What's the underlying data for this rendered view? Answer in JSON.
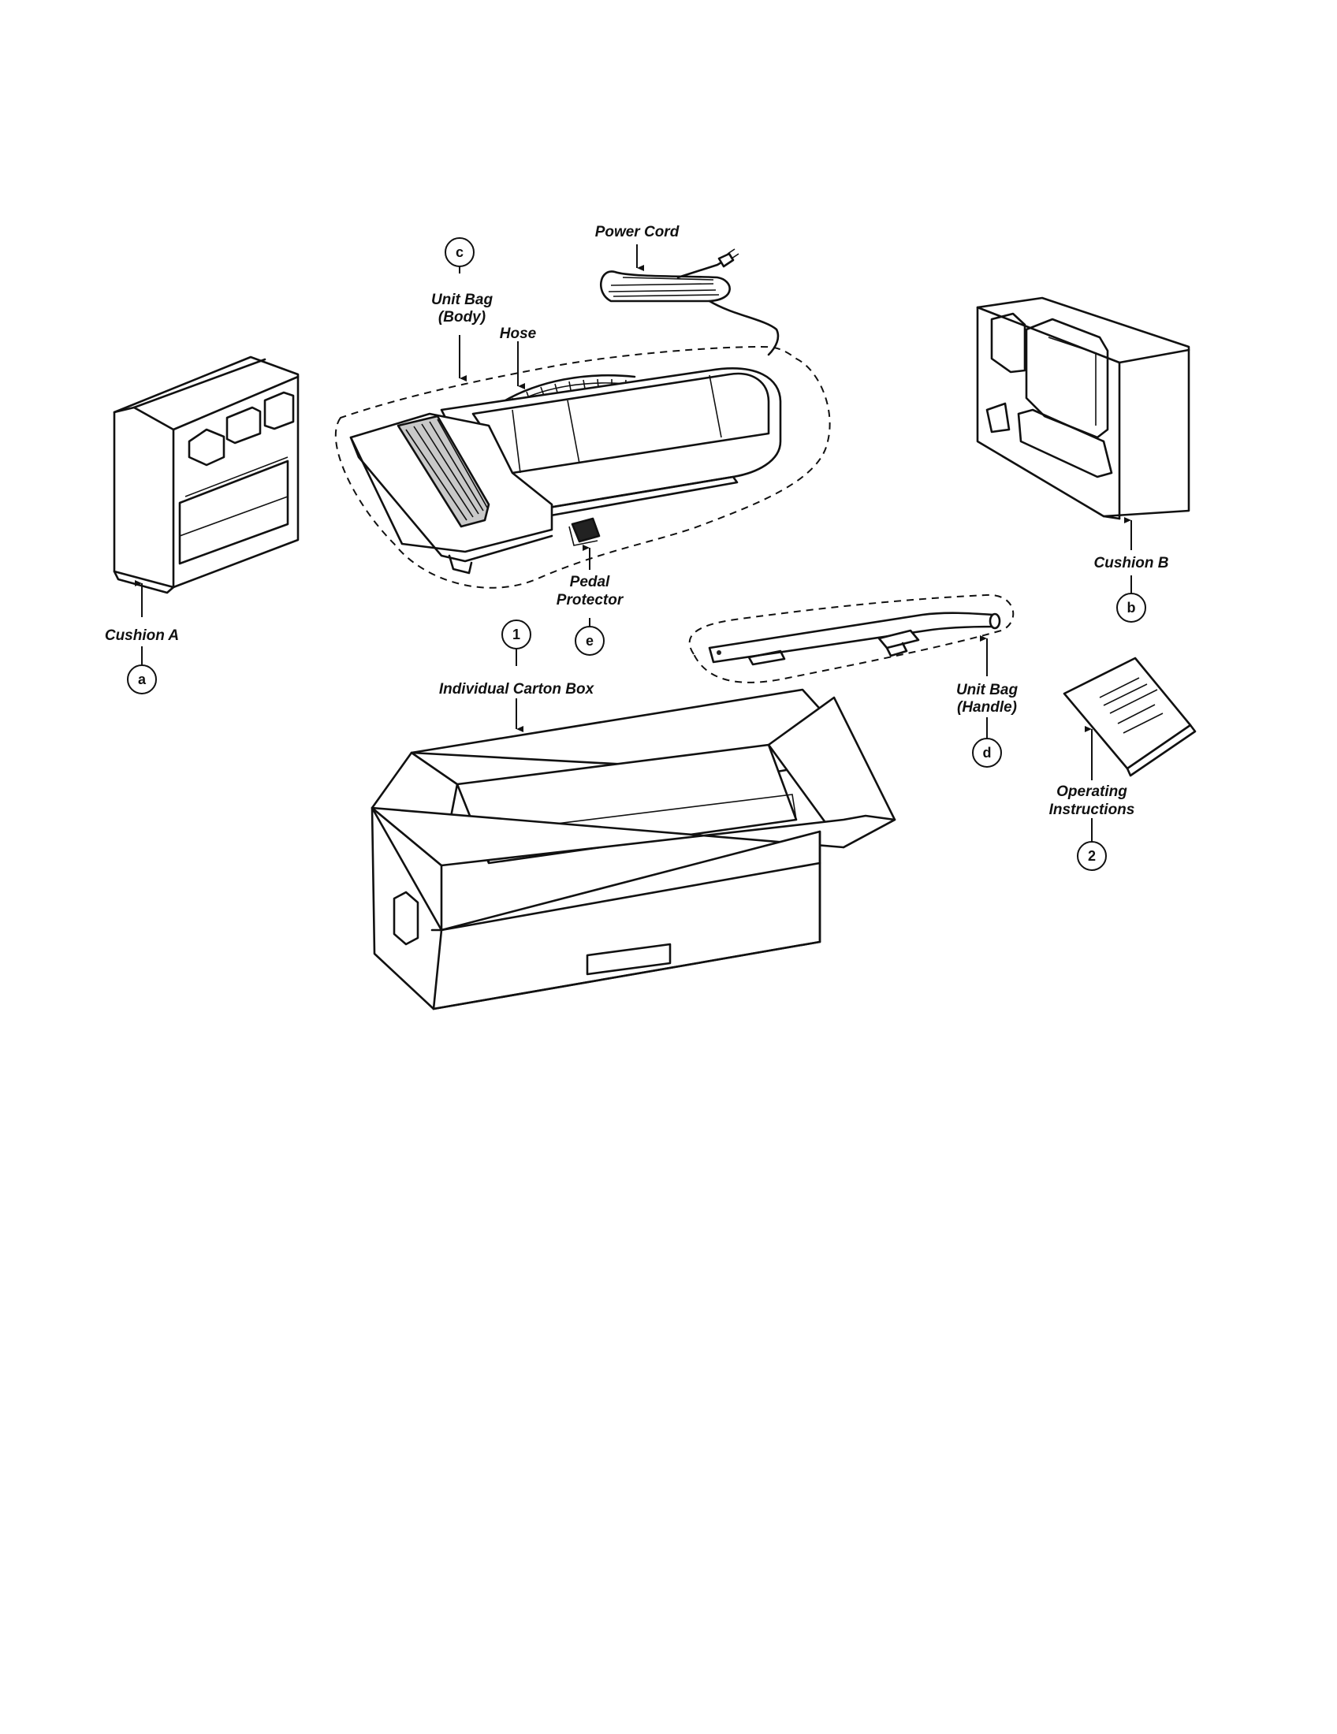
{
  "parts": {
    "power_cord": "Power Cord",
    "unit_bag_body_line1": "Unit Bag",
    "unit_bag_body_line2": "(Body)",
    "hose": "Hose",
    "cushion_a": "Cushion A",
    "cushion_b": "Cushion B",
    "pedal_protector_line1": "Pedal",
    "pedal_protector_line2": "Protector",
    "individual_carton_box": "Individual Carton Box",
    "unit_bag_handle_line1": "Unit Bag",
    "unit_bag_handle_line2": "(Handle)",
    "operating_instructions_line1": "Operating",
    "operating_instructions_line2": "Instructions"
  },
  "callouts": {
    "a": "a",
    "b": "b",
    "c": "c",
    "d": "d",
    "e": "e",
    "n1": "1",
    "n2": "2"
  }
}
